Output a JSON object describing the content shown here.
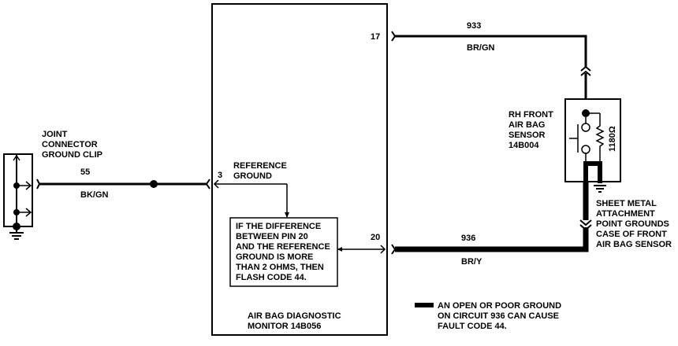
{
  "diagram": {
    "title": "Air Bag Reference Ground Circuit",
    "colors": {
      "ink": "#000000",
      "background": "#ffffff"
    },
    "joint_connector": {
      "label_lines": [
        "JOINT",
        "CONNECTOR",
        "GROUND CLIP"
      ]
    },
    "circuit_55": {
      "number": "55",
      "color_code": "BK/GN"
    },
    "monitor": {
      "label_lines": [
        "AIR BAG DIAGNOSTIC",
        "MONITOR 14B056"
      ],
      "pins": {
        "pin_17": "17",
        "pin_3": "3",
        "pin_20": "20"
      },
      "reference_ground_lines": [
        "REFERENCE",
        "GROUND"
      ],
      "note_lines": [
        "IF THE DIFFERENCE",
        "BETWEEN PIN 20",
        "AND THE REFERENCE",
        "GROUND IS MORE",
        "THAN 2 OHMS, THEN",
        "FLASH CODE 44."
      ]
    },
    "circuit_933": {
      "number": "933",
      "color_code": "BR/GN"
    },
    "circuit_936": {
      "number": "936",
      "color_code": "BR/Y"
    },
    "sensor": {
      "label_lines": [
        "RH FRONT",
        "AIR BAG",
        "SENSOR",
        "14B004"
      ],
      "resistor_value": "1180Ω"
    },
    "sheet_metal_note_lines": [
      "SHEET METAL",
      "ATTACHMENT",
      "POINT GROUNDS",
      "CASE OF FRONT",
      "AIR BAG SENSOR"
    ],
    "legend": {
      "lines": [
        "AN OPEN OR POOR GROUND",
        "ON CIRCUIT 936 CAN CAUSE",
        "FAULT CODE 44."
      ]
    }
  }
}
